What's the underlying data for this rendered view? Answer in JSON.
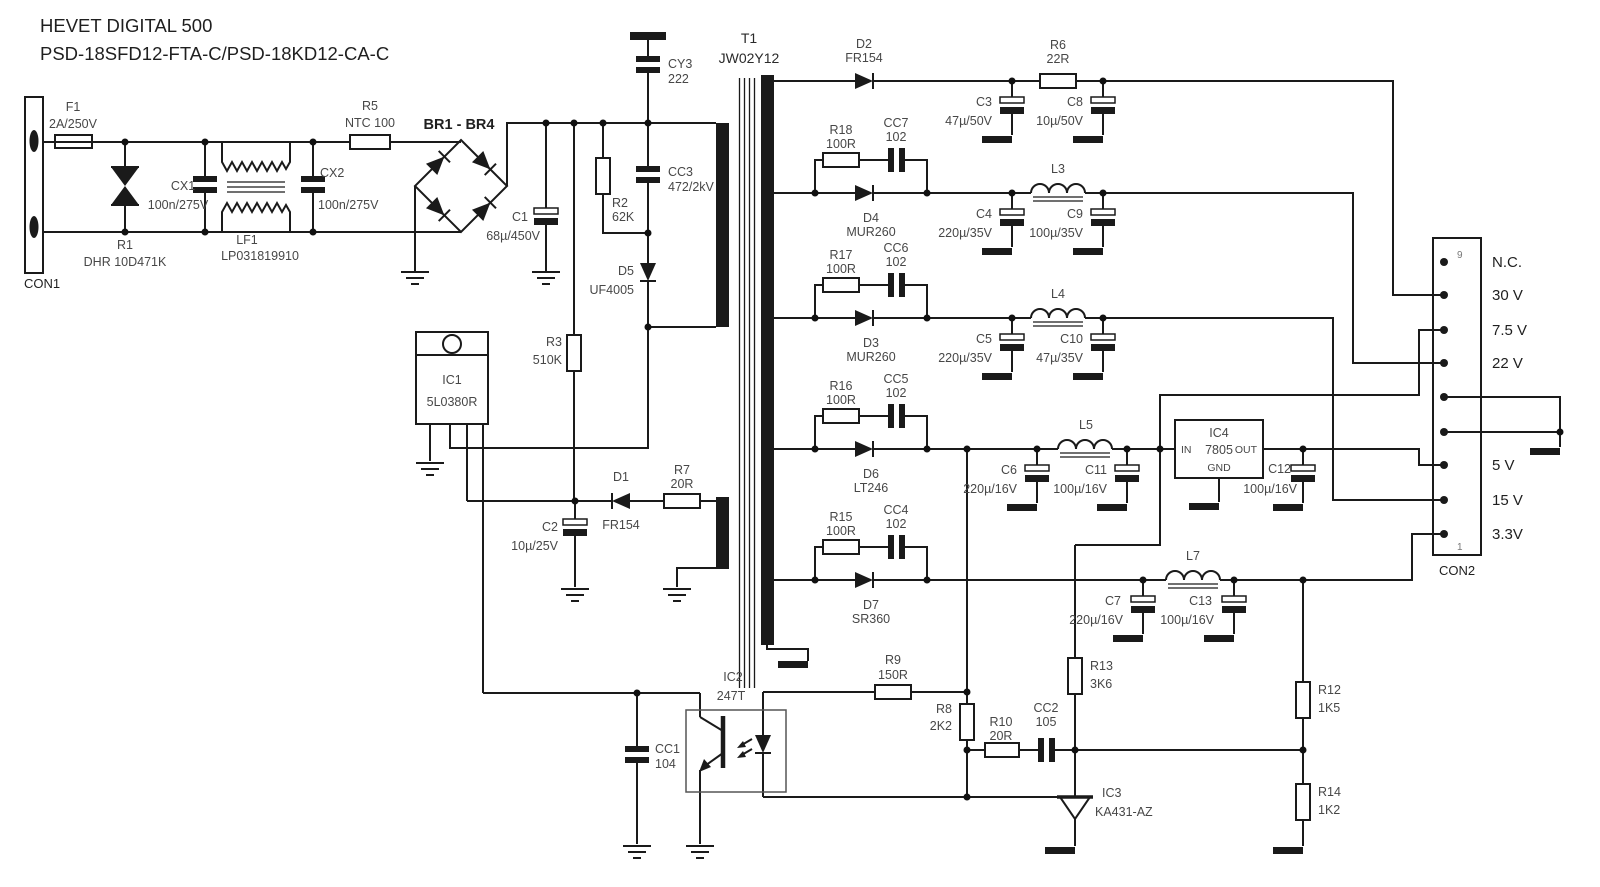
{
  "title": {
    "line1": "HEVET DIGITAL 500",
    "line2": "PSD-18SFD12-FTA-C/PSD-18KD12-CA-C"
  },
  "transformer": {
    "ref": "T1",
    "part": "JW02Y12"
  },
  "bridge": {
    "label": "BR1 - BR4"
  },
  "connectors": {
    "con1": {
      "name": "CON1"
    },
    "con2": {
      "name": "CON2",
      "pin9": "9",
      "pin1": "1",
      "pins": [
        "N.C.",
        "30 V",
        "7.5 V",
        "22 V",
        "5 V",
        "15 V",
        "3.3V"
      ]
    }
  },
  "ics": {
    "ic1": {
      "ref": "IC1",
      "part": "5L0380R"
    },
    "ic2": {
      "ref": "IC2",
      "part": "247T"
    },
    "ic3": {
      "ref": "IC3",
      "part": "KA431-AZ"
    },
    "ic4": {
      "ref": "IC4",
      "part": "7805",
      "pin_in": "IN",
      "pin_out": "OUT",
      "pin_gnd": "GND"
    }
  },
  "components": {
    "f1": {
      "ref": "F1",
      "value": "2A/250V"
    },
    "r1": {
      "ref": "R1",
      "value": "DHR 10D471K"
    },
    "cx1": {
      "ref": "CX1",
      "value": "100n/275V"
    },
    "lf1": {
      "ref": "LF1",
      "value": "LP031819910"
    },
    "cx2": {
      "ref": "CX2",
      "value": "100n/275V"
    },
    "r5": {
      "ref": "R5",
      "value": "NTC 100"
    },
    "c1": {
      "ref": "C1",
      "value": "68µ/450V"
    },
    "cy3": {
      "ref": "CY3",
      "value": "222"
    },
    "r2": {
      "ref": "R2",
      "value": "62K"
    },
    "cc3": {
      "ref": "CC3",
      "value": "472/2kV"
    },
    "d5": {
      "ref": "D5",
      "value": "UF4005"
    },
    "r3": {
      "ref": "R3",
      "value": "510K"
    },
    "d1": {
      "ref": "D1",
      "value": "FR154"
    },
    "r7": {
      "ref": "R7",
      "value": "20R"
    },
    "c2": {
      "ref": "C2",
      "value": "10µ/25V"
    },
    "d2": {
      "ref": "D2",
      "value": "FR154"
    },
    "r6": {
      "ref": "R6",
      "value": "22R"
    },
    "c3": {
      "ref": "C3",
      "value": "47µ/50V"
    },
    "c8": {
      "ref": "C8",
      "value": "10µ/50V"
    },
    "r18": {
      "ref": "R18",
      "value": "100R"
    },
    "cc7": {
      "ref": "CC7",
      "value": "102"
    },
    "d4": {
      "ref": "D4",
      "value": "MUR260"
    },
    "l3": {
      "ref": "L3"
    },
    "c4": {
      "ref": "C4",
      "value": "220µ/35V"
    },
    "c9": {
      "ref": "C9",
      "value": "100µ/35V"
    },
    "r17": {
      "ref": "R17",
      "value": "100R"
    },
    "cc6": {
      "ref": "CC6",
      "value": "102"
    },
    "d3": {
      "ref": "D3",
      "value": "MUR260"
    },
    "l4": {
      "ref": "L4"
    },
    "c5": {
      "ref": "C5",
      "value": "220µ/35V"
    },
    "c10": {
      "ref": "C10",
      "value": "47µ/35V"
    },
    "r16": {
      "ref": "R16",
      "value": "100R"
    },
    "cc5": {
      "ref": "CC5",
      "value": "102"
    },
    "d6": {
      "ref": "D6",
      "value": "LT246"
    },
    "l5": {
      "ref": "L5"
    },
    "c6": {
      "ref": "C6",
      "value": "220µ/16V"
    },
    "c11": {
      "ref": "C11",
      "value": "100µ/16V"
    },
    "c12": {
      "ref": "C12",
      "value": "100µ/16V"
    },
    "r15": {
      "ref": "R15",
      "value": "100R"
    },
    "cc4": {
      "ref": "CC4",
      "value": "102"
    },
    "d7": {
      "ref": "D7",
      "value": "SR360"
    },
    "l7": {
      "ref": "L7"
    },
    "c7": {
      "ref": "C7",
      "value": "220µ/16V"
    },
    "c13": {
      "ref": "C13",
      "value": "100µ/16V"
    },
    "cc1": {
      "ref": "CC1",
      "value": "104"
    },
    "r9": {
      "ref": "R9",
      "value": "150R"
    },
    "r8": {
      "ref": "R8",
      "value": "2K2"
    },
    "r10": {
      "ref": "R10",
      "value": "20R"
    },
    "cc2": {
      "ref": "CC2",
      "value": "105"
    },
    "r13": {
      "ref": "R13",
      "value": "3K6"
    },
    "r12": {
      "ref": "R12",
      "value": "1K5"
    },
    "r14": {
      "ref": "R14",
      "value": "1K2"
    }
  }
}
